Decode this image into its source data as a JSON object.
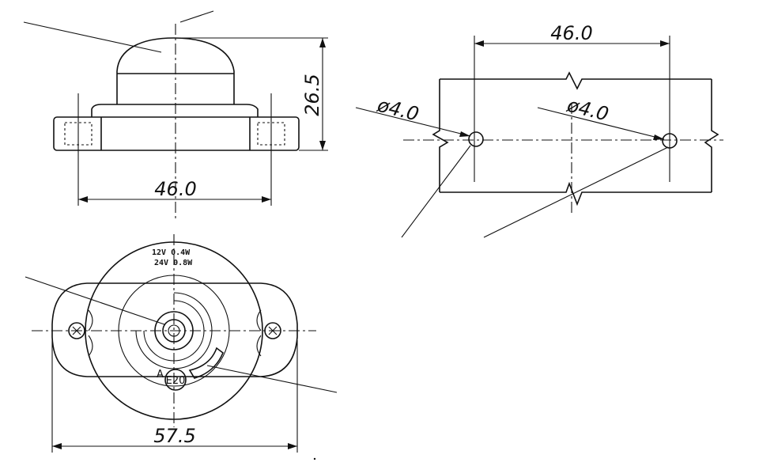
{
  "views": {
    "side": {
      "width_label": "46.0",
      "height_label": "26.5"
    },
    "mounting": {
      "width_label": "46.0",
      "hole_left_label": "ø4.0",
      "hole_right_label": "ø4.0"
    },
    "top": {
      "width_label": "57.5",
      "rating_line1": "12V 0.4W",
      "rating_line2": "24V 0.8W",
      "approval_mark": "E20",
      "approval_prefix": "A"
    }
  }
}
